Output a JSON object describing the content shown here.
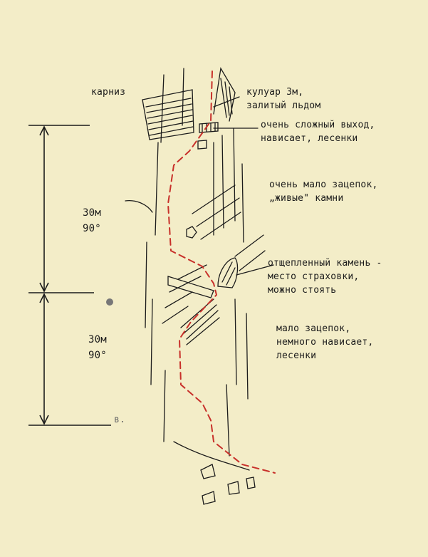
{
  "colors": {
    "paper": "#f3edc8",
    "frame": "#e9ddb0",
    "ink": "#1b1b1b",
    "route": "#c8302a"
  },
  "annotations": {
    "cornice": "карниз",
    "couloir": [
      "кулуар 3м,",
      "залитый льдом"
    ],
    "hard_exit": [
      "очень сложный выход,",
      "нависает, лесенки"
    ],
    "few_holds_top": [
      "очень мало зацепок,",
      "„живые\" камни"
    ],
    "flake": [
      "отщепленный камень -",
      "место страховки,",
      "можно стоять"
    ],
    "few_holds_bottom": [
      "мало зацепок,",
      "немного нависает,",
      "лесенки"
    ]
  },
  "pitches": [
    {
      "height": "30м",
      "angle": "90°"
    },
    {
      "height": "30м",
      "angle": "90°"
    }
  ],
  "corner_mark": "в."
}
